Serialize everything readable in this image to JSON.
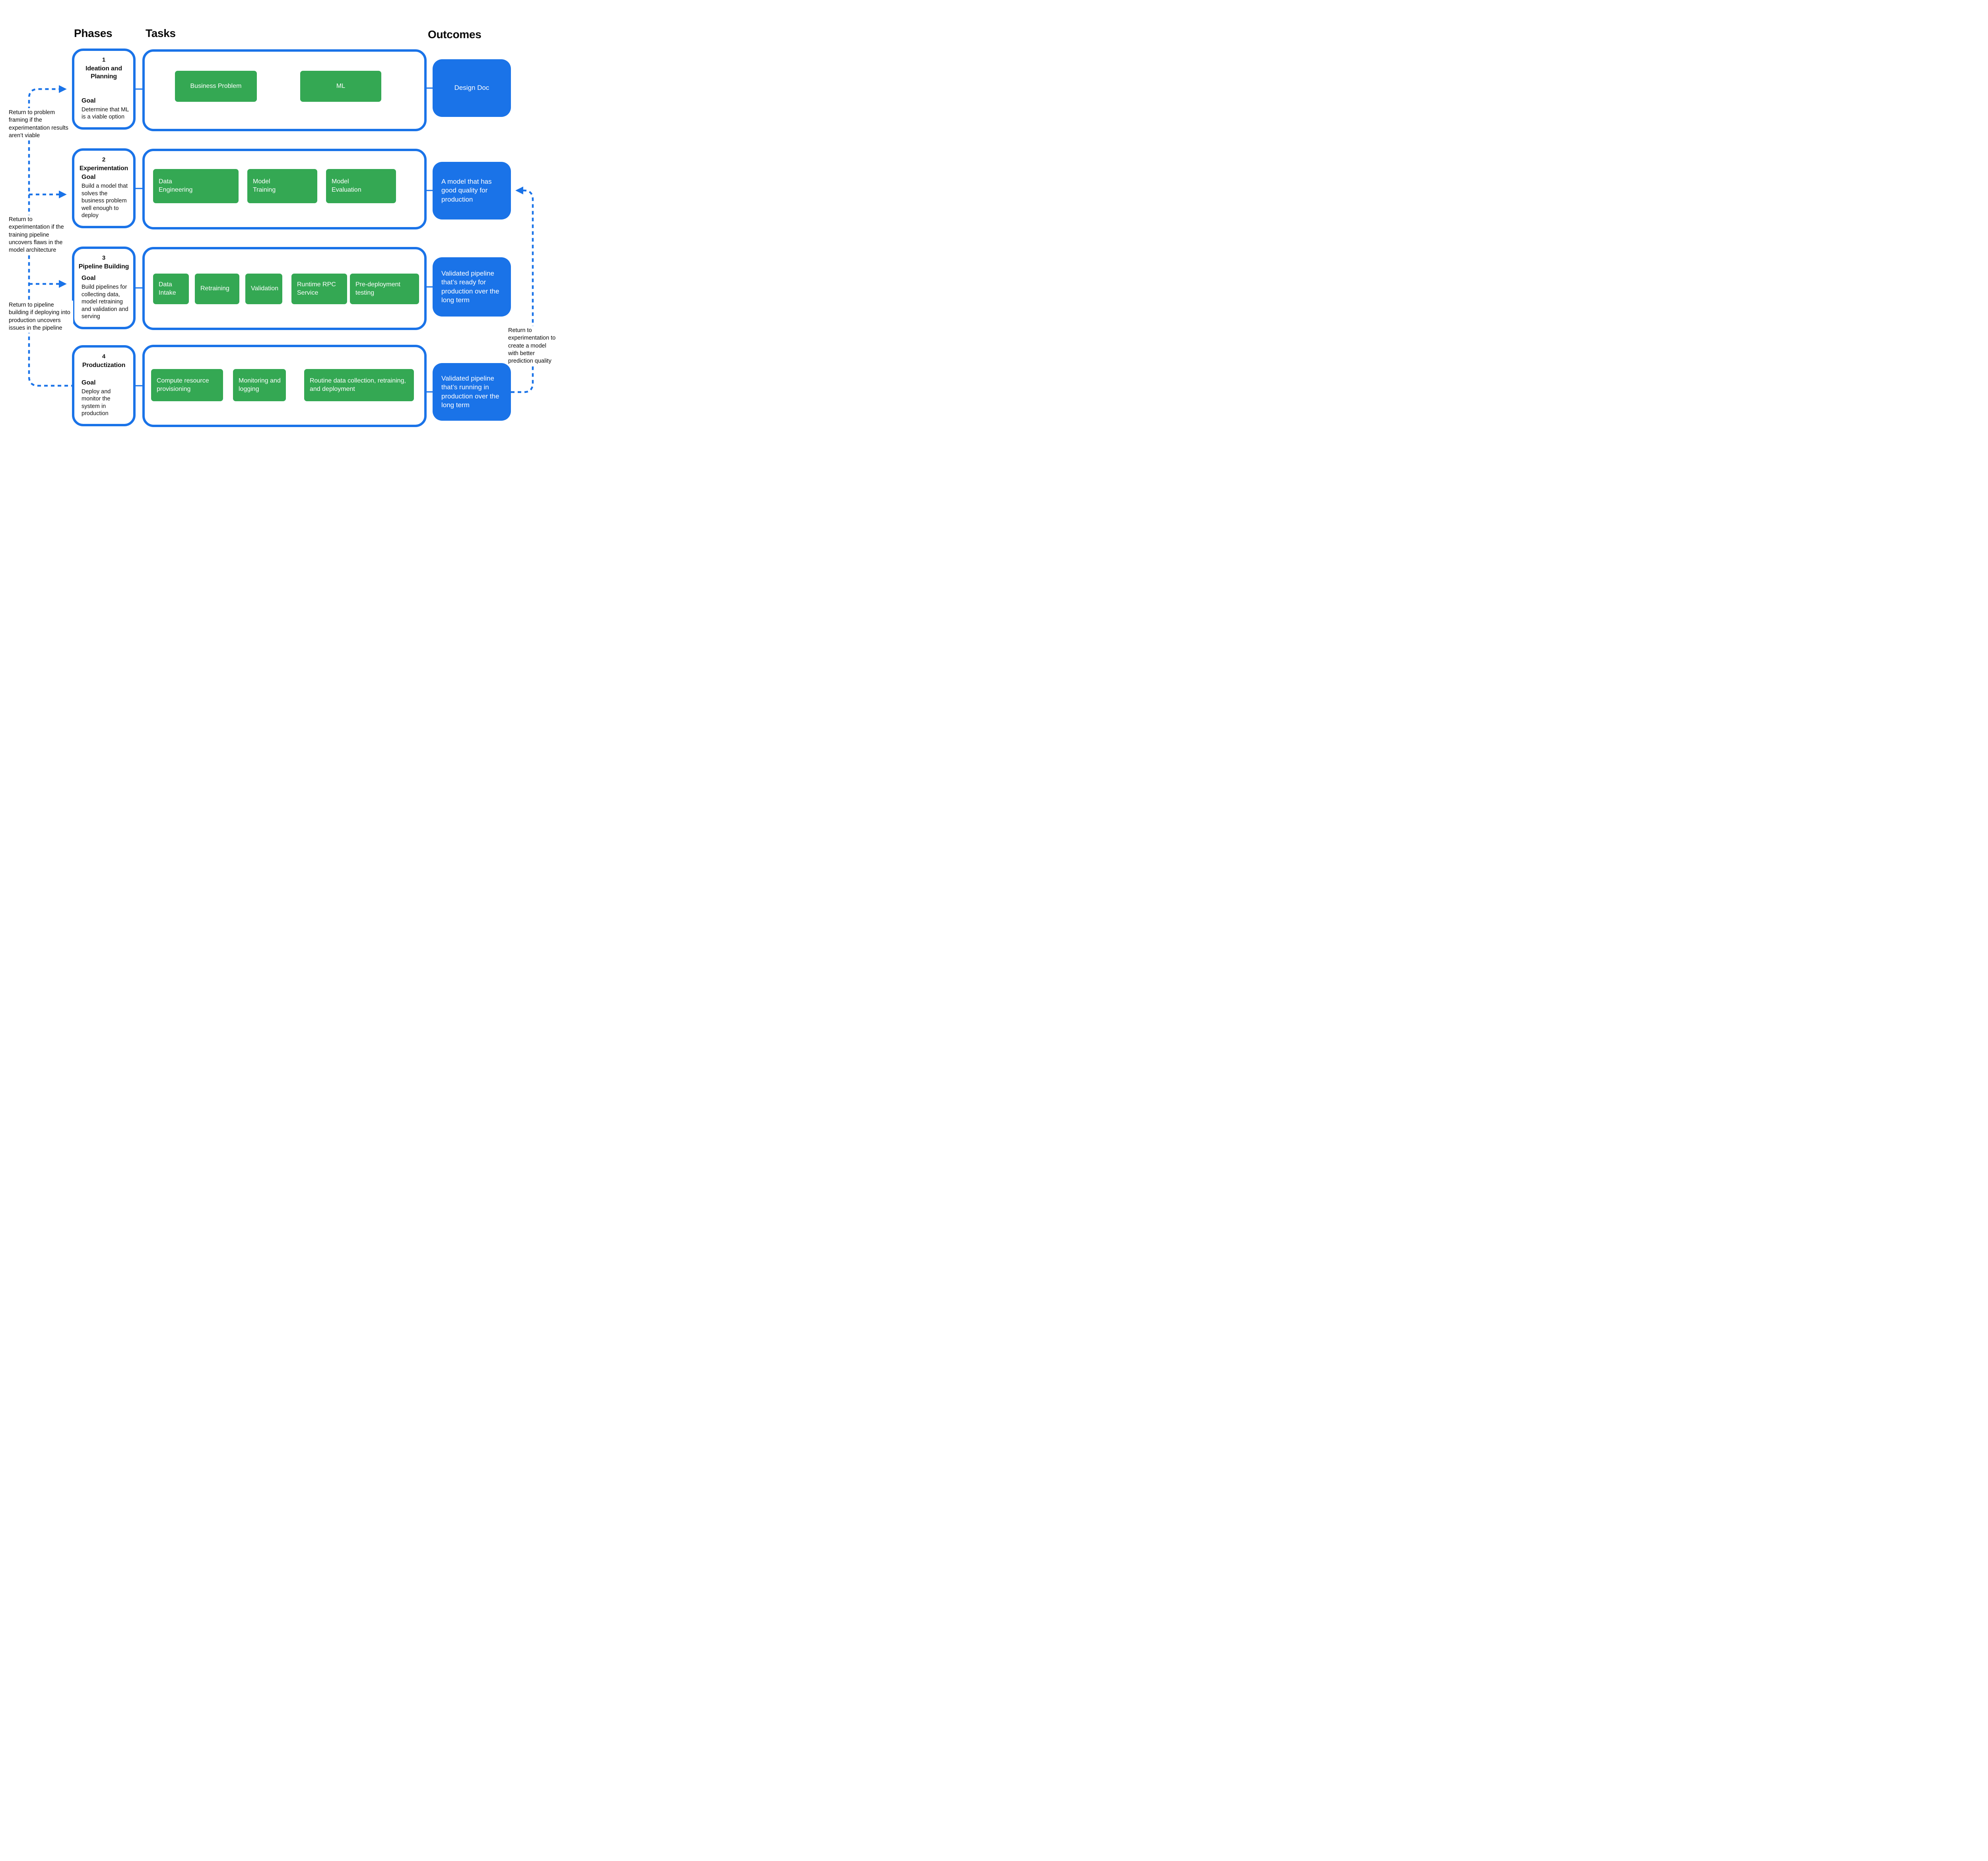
{
  "headers": {
    "phases": "Phases",
    "tasks": "Tasks",
    "outcomes": "Outcomes"
  },
  "colors": {
    "blue": "#1A73E8",
    "green": "#34A853",
    "text": "#0a0a0a",
    "background": "#ffffff"
  },
  "icons": {
    "return_arrow": "dotted-right-arrow",
    "return_arrow_left": "dotted-left-arrow",
    "loop_arrow": "circular-loop-arrow"
  },
  "phases": [
    {
      "number": "1",
      "title": "Ideation and Planning",
      "goal_label": "Goal",
      "goal": "Determine that ML is a viable option",
      "tasks": [
        "Business Problem",
        "ML"
      ],
      "outcome": "Design Doc"
    },
    {
      "number": "2",
      "title": "Experimentation",
      "goal_label": "Goal",
      "goal": "Build a model that solves the business problem well enough to deploy",
      "tasks": [
        "Data Engineering",
        "Model Training",
        "Model Evaluation"
      ],
      "outcome": "A model that has good quality for production"
    },
    {
      "number": "3",
      "title": "Pipeline Building",
      "goal_label": "Goal",
      "goal": "Build pipelines for collecting data, model retraining and validation and serving",
      "tasks": [
        "Data Intake",
        "Retraining",
        "Validation",
        "Runtime RPC Service",
        "Pre-deployment testing"
      ],
      "outcome": "Validated pipeline that’s ready for production over the long term"
    },
    {
      "number": "4",
      "title": "Productization",
      "goal_label": "Goal",
      "goal": "Deploy and monitor the system in production",
      "tasks": [
        "Compute resource provisioning",
        "Monitoring and logging",
        "Routine data collection, retraining, and deployment"
      ],
      "outcome": "Validated pipeline that’s running in production over the long term"
    }
  ],
  "annotations": {
    "return_to_problem_framing": "Return to problem framing if the experimentation results aren’t viable",
    "return_to_experimentation": "Return to experimentation if the training pipeline uncovers flaws in the model architecture",
    "return_to_pipeline_building": "Return to pipeline building if deploying into production uncovers issues in the pipeline",
    "return_to_experimentation_quality": "Return to experimentation to create a model with better prediction quality"
  }
}
